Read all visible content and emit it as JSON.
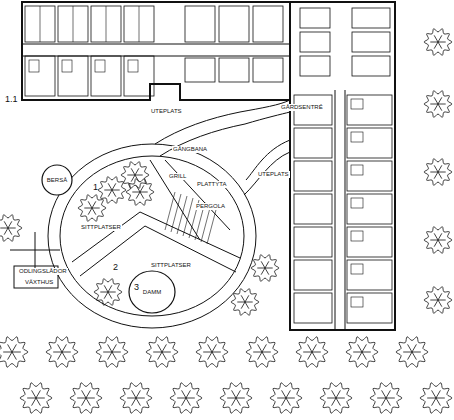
{
  "diagram": {
    "nodes": [
      {
        "text": [
          "BERSÅ"
        ]
      },
      {
        "text": [
          "DAMM"
        ]
      }
    ],
    "labels": [
      "UTEPLATS",
      "GÅRDSENTRÉ",
      "GÅNGBANA",
      "UTEPLATS",
      "GRILL",
      "PLATTYTA",
      "PERGOLA",
      "SITTPLATSER",
      "SITTPLATSER",
      "ODLINGSLÅDOR",
      "VÄXTHUS",
      "1",
      "2",
      "3",
      "1.1"
    ]
  }
}
